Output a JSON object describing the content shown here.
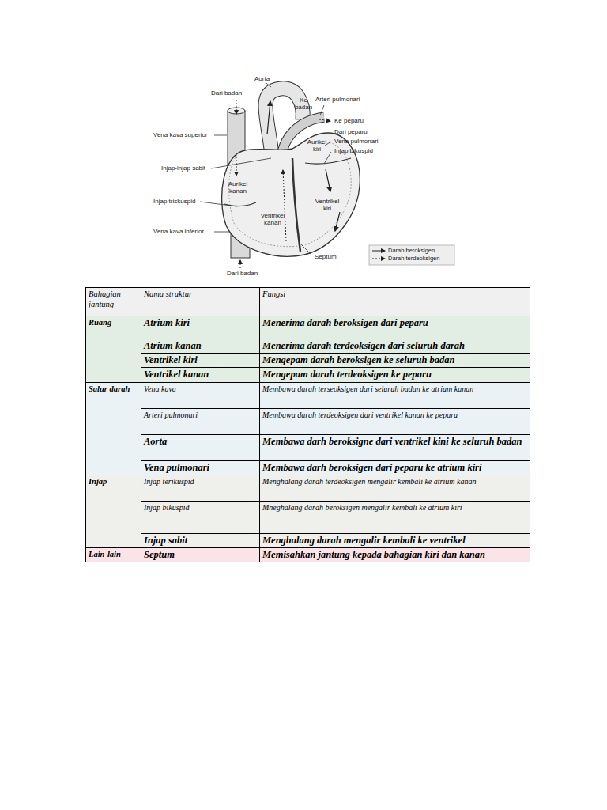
{
  "diagram": {
    "labels": [
      "Aorta",
      "Dari badan",
      "Ke badan",
      "Arteri pulmonari",
      "Ke peparu",
      "Dari peparu",
      "Vena pulmonari",
      "Injap bikuspid",
      "Vena kava superior",
      "Injap-injap sabit",
      "Aurikel kanan",
      "Aurikel kiri",
      "Injap triskuspid",
      "Ventrikel kanan",
      "Ventrikel kiri",
      "Vena kava inferior",
      "Septum",
      "Dari badan",
      "Bahagian jantung",
      "Nama struktur",
      "Fungsi",
      "Ruang",
      "Atrium kiri",
      "Menerima darah beroksigen dari peparu",
      "Atrium kanan",
      "Menerima darah terdeoksigen dari seluruh darah",
      "Ventrikel kiri",
      "Mengepam darah beroksigen ke seluruh badan",
      "Ventrikel kanan",
      "Mengepam darah terdeoksigen ke peparu",
      "Salur darah",
      "Vena kava",
      "Membawa darah terseoksigen dari seluruh badan ke atrium kanan",
      "Arteri pulmonari",
      "Membawa darah terdeoksigen dari ventrikel kanan ke peparu",
      "Aorta",
      "Membawa darh beroksigne dari ventrikel kini ke seluruh badan",
      "Vena pulmonari",
      "Membawa darh beroksigen dari peparu ke atrium kiri",
      "Injap",
      "Injap terikuspid",
      "Menghalang darah terdeoksigen mengalir kembali ke atrium kanan",
      "Injap bikuspid",
      "Mneghalang darah beroksigen mengalir kembali ke atrium kiri",
      "Injap sabit",
      "Menghalang darah mengalir kembali ke ventrikel",
      "Lain-lain",
      "Septum",
      "Memisahkan jantung kepada bahagian kiri dan kanan"
    ],
    "legend": [
      {
        "text": "Darah beroksigen"
      },
      {
        "text": "Darah terdeoksigen"
      }
    ]
  }
}
